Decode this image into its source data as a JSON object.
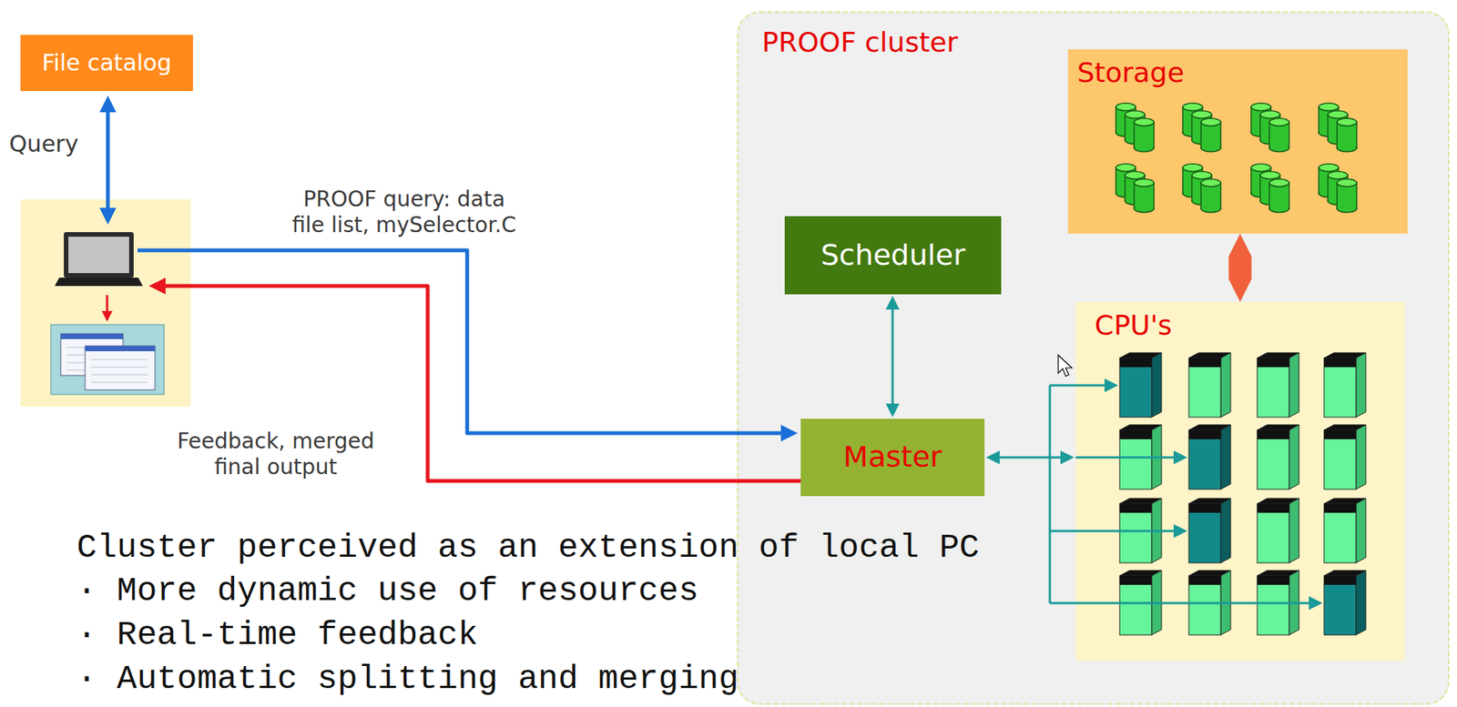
{
  "diagram": {
    "nodes": [
      {
        "text": [
          "File catalog"
        ]
      },
      {
        "text": [
          "PROOF cluster"
        ]
      },
      {
        "text": [
          "Storage"
        ],
        "in": 1
      },
      {
        "text": [
          "Scheduler"
        ],
        "in": 1
      },
      {
        "text": [
          "Master"
        ],
        "in": 1
      },
      {
        "text": [
          "CPU's"
        ],
        "in": 1
      }
    ],
    "edges": [
      {
        "from": 3,
        "to": 4,
        "arrow": "both"
      },
      {
        "from": 4,
        "to": 5,
        "arrow": "both"
      },
      {
        "from": 2,
        "to": 5,
        "arrow": "both"
      }
    ],
    "labels": [
      "Query",
      "PROOF query: data file list, mySelector.C",
      "Feedback, merged final output",
      "Cluster perceived as an extension of local PC",
      "· More dynamic use of resources",
      "· Real-time feedback",
      "· Automatic splitting and merging"
    ]
  }
}
